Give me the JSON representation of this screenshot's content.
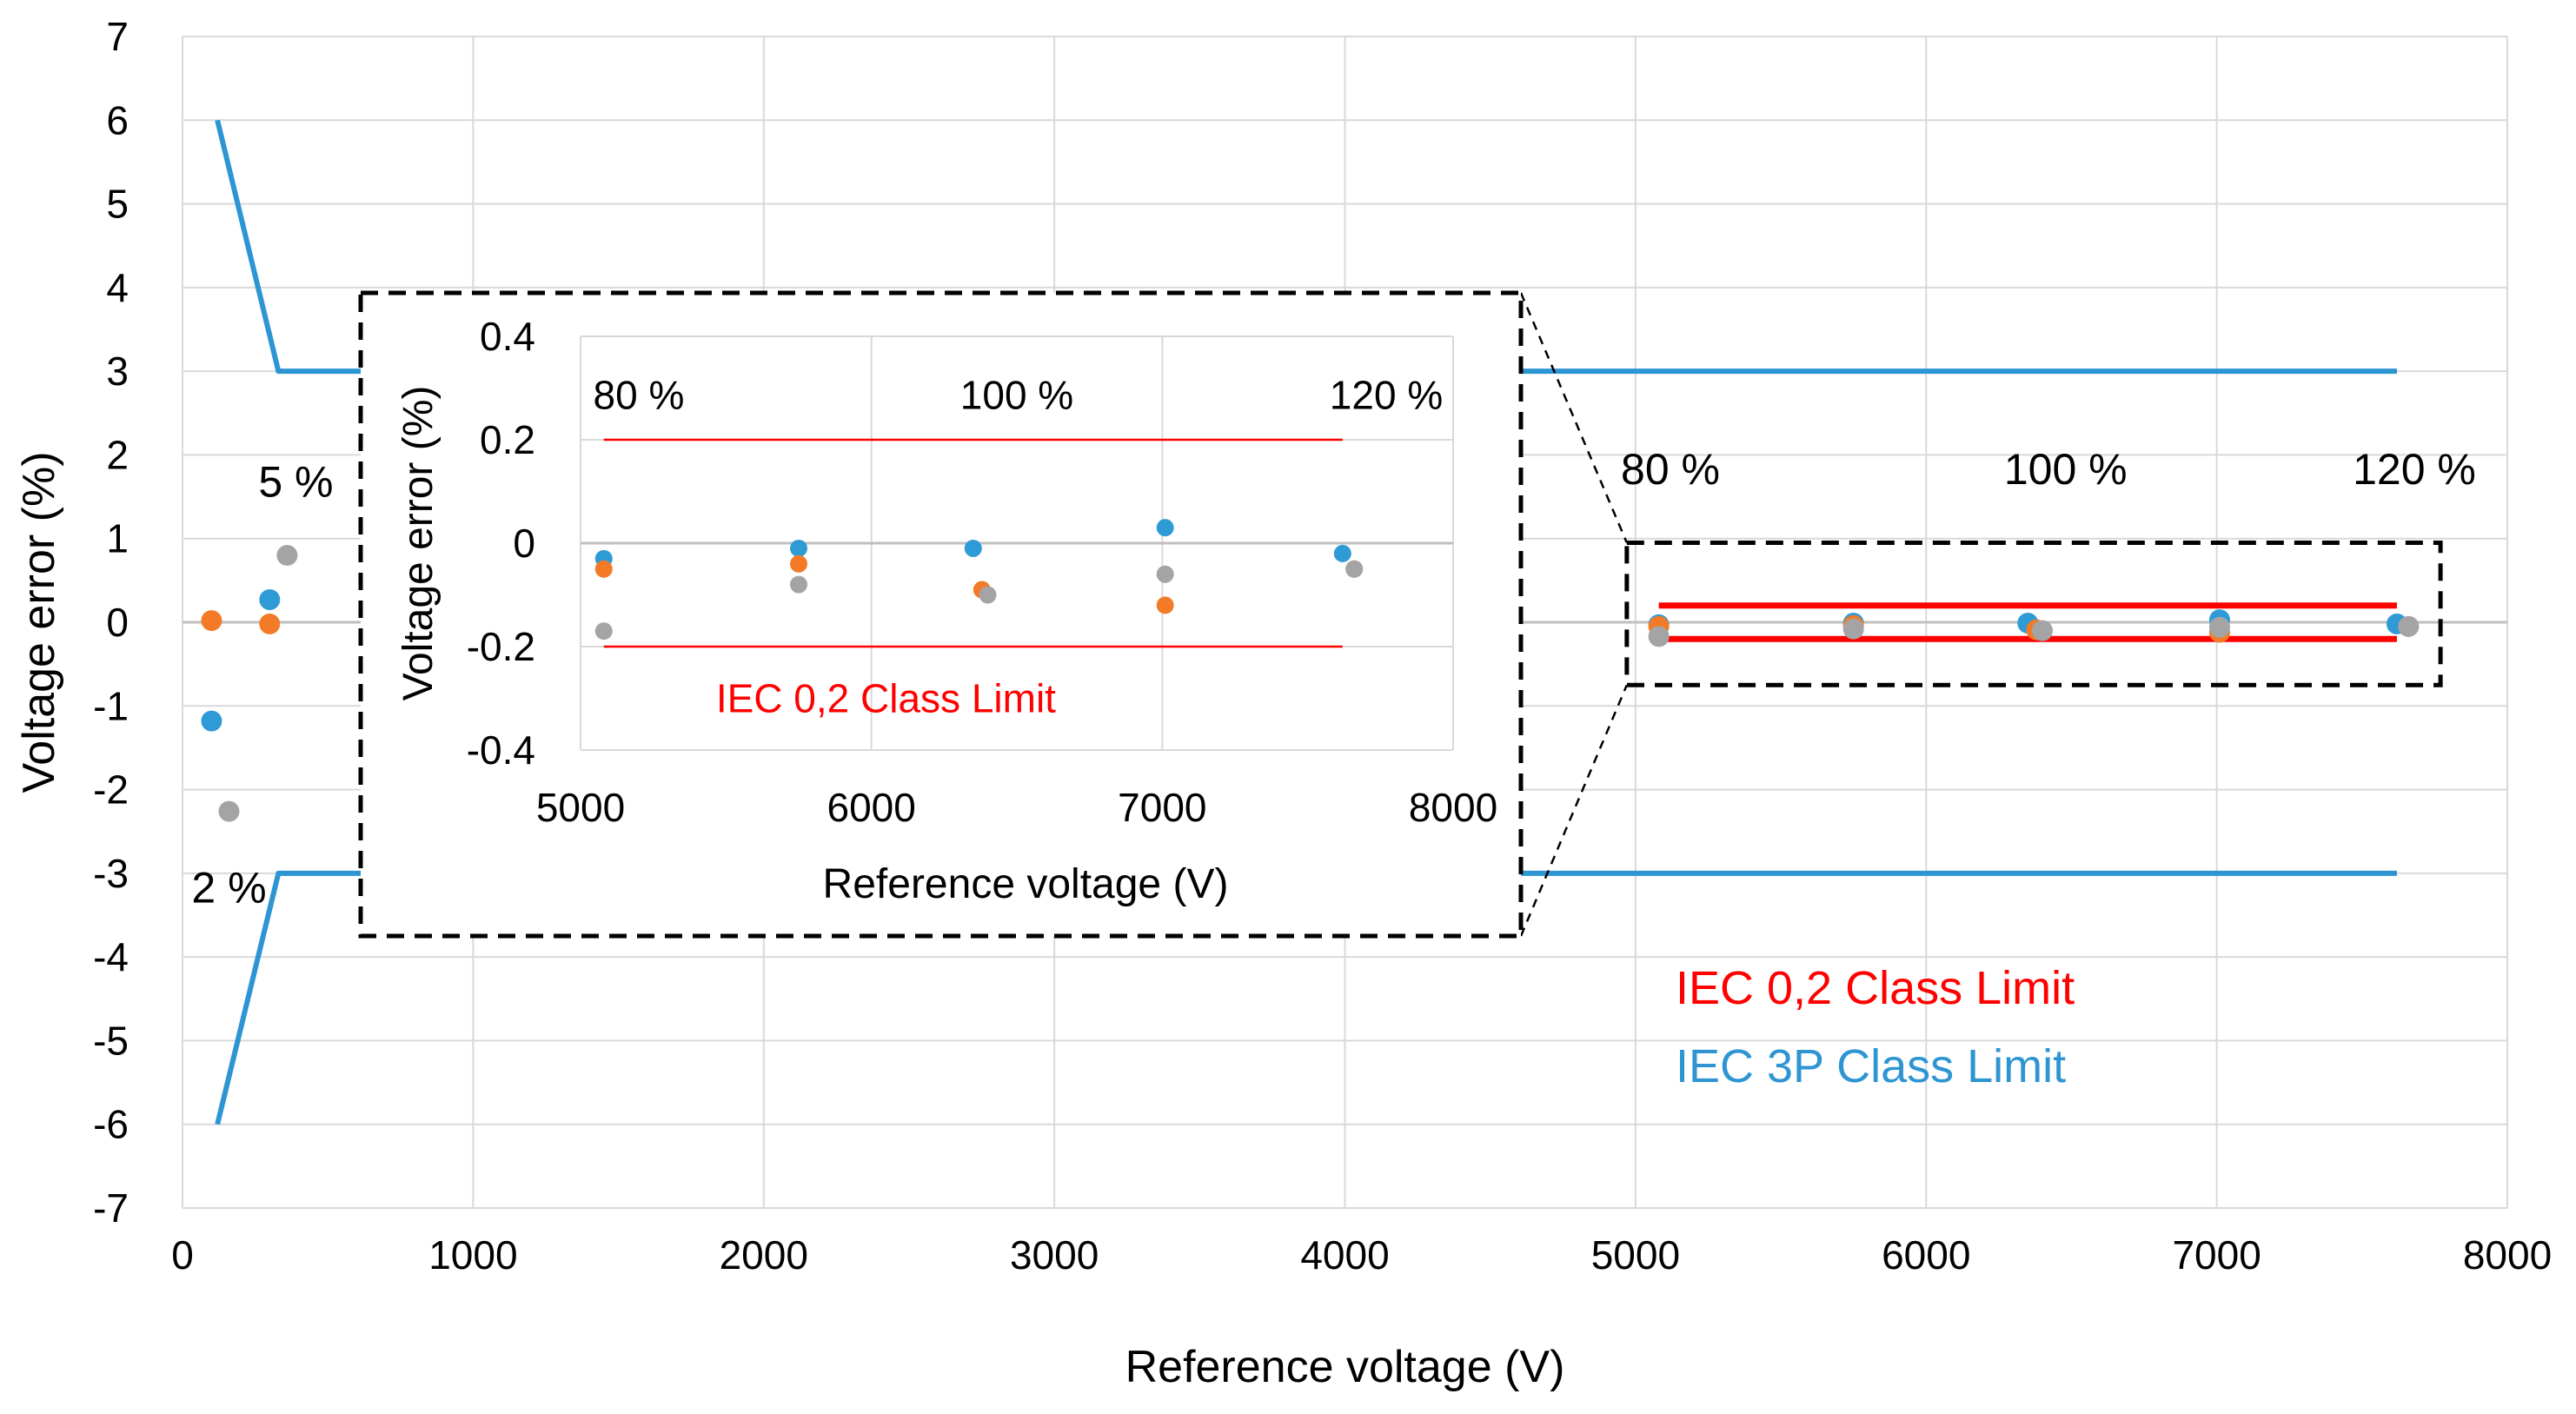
{
  "chart_data": {
    "type": "scatter",
    "xlabel": "Reference voltage (V)",
    "ylabel": "Voltage error (%)",
    "xlim": [
      0,
      8000
    ],
    "ylim": [
      -7,
      7
    ],
    "xticks": [
      0,
      1000,
      2000,
      3000,
      4000,
      5000,
      6000,
      7000,
      8000
    ],
    "yticks": [
      -7,
      -6,
      -5,
      -4,
      -3,
      -2,
      -1,
      0,
      1,
      2,
      3,
      4,
      5,
      6,
      7
    ],
    "grid": true,
    "colors": {
      "blue": "#2f9bd6",
      "orange": "#f37b27",
      "gray": "#a4a4a4",
      "red": "#ff0000",
      "limit_blue": "#2e95d3"
    },
    "series": [
      {
        "color": "blue",
        "points": [
          [
            100,
            -1.18
          ],
          [
            300,
            0.27
          ],
          [
            5080,
            -0.03
          ],
          [
            5750,
            -0.01
          ],
          [
            6350,
            -0.01
          ],
          [
            7010,
            0.03
          ],
          [
            7620,
            -0.02
          ]
        ]
      },
      {
        "color": "orange",
        "points": [
          [
            100,
            0.02
          ],
          [
            300,
            -0.02
          ],
          [
            5080,
            -0.05
          ],
          [
            5750,
            -0.04
          ],
          [
            6380,
            -0.09
          ],
          [
            7010,
            -0.12
          ],
          [
            7660,
            -0.05
          ]
        ]
      },
      {
        "color": "gray",
        "points": [
          [
            160,
            -2.26
          ],
          [
            360,
            0.8
          ],
          [
            5080,
            -0.17
          ],
          [
            5750,
            -0.08
          ],
          [
            6400,
            -0.1
          ],
          [
            7010,
            -0.06
          ],
          [
            7660,
            -0.05
          ]
        ]
      }
    ],
    "limits": [
      {
        "name": "IEC 3P Class Limit",
        "color": "limit_blue",
        "upper": [
          [
            120,
            6
          ],
          [
            330,
            3
          ],
          [
            7620,
            3
          ]
        ],
        "lower": [
          [
            120,
            -6
          ],
          [
            330,
            -3
          ],
          [
            7620,
            -3
          ]
        ]
      },
      {
        "name": "IEC 0,2 Class Limit",
        "color": "red",
        "upper": [
          [
            5080,
            0.2
          ],
          [
            7620,
            0.2
          ]
        ],
        "lower": [
          [
            5080,
            -0.2
          ],
          [
            7620,
            -0.2
          ]
        ]
      }
    ],
    "annotations": [
      {
        "text": "5 %",
        "x": 390,
        "y": 1.5
      },
      {
        "text": "2 %",
        "x": 160,
        "y": -3.35
      },
      {
        "text": "80 %",
        "x": 5120,
        "y": 1.65
      },
      {
        "text": "100 %",
        "x": 6480,
        "y": 1.65
      },
      {
        "text": "120 %",
        "x": 7680,
        "y": 1.65
      }
    ],
    "legend": {
      "placement": "bottom-right",
      "entries": [
        {
          "text": "IEC 0,2 Class Limit",
          "color": "red"
        },
        {
          "text": "IEC 3P Class Limit",
          "color": "limit_blue"
        }
      ]
    },
    "zoom_box": {
      "x": [
        4970,
        7770
      ],
      "y": [
        -0.75,
        0.95
      ]
    },
    "inset": {
      "xlabel": "Reference voltage (V)",
      "ylabel": "Voltage error (%)",
      "xlim": [
        5000,
        8000
      ],
      "ylim": [
        -0.4,
        0.4
      ],
      "xticks": [
        5000,
        6000,
        7000,
        8000
      ],
      "yticks": [
        -0.4,
        -0.2,
        0,
        0.2,
        0.4
      ],
      "ytick_labels": [
        "-0.4",
        "-0.2",
        "0",
        "0.2",
        "0.4"
      ],
      "limit_label": "IEC 0,2 Class Limit",
      "limit_label_pos": [
        6050,
        -0.3
      ],
      "pct_labels": [
        {
          "text": "80 %",
          "x": 5200,
          "y": 0.26
        },
        {
          "text": "100 %",
          "x": 6500,
          "y": 0.26
        },
        {
          "text": "120 %",
          "x": 7770,
          "y": 0.26
        }
      ]
    }
  }
}
